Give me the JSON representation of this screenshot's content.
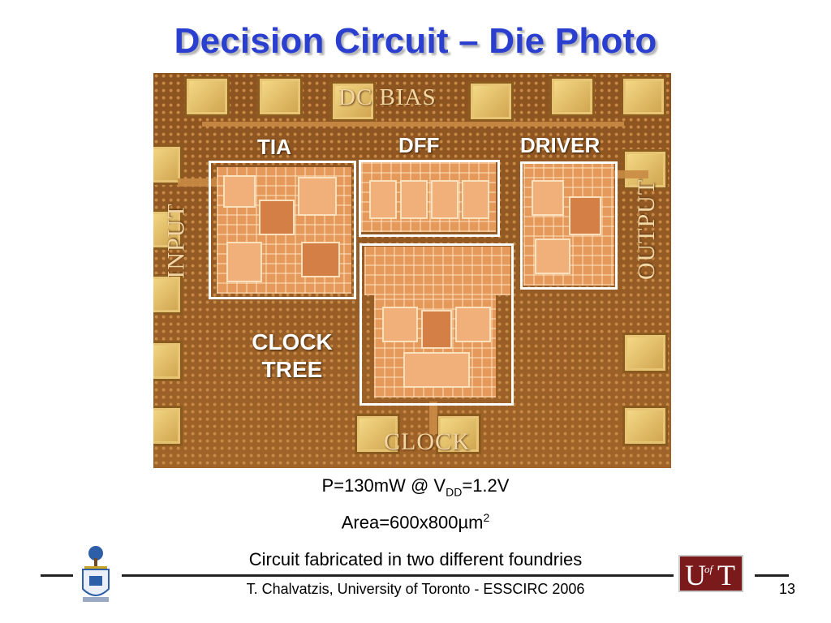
{
  "slide": {
    "title": "Decision Circuit – Die Photo",
    "labels": {
      "dc_bias": "DC BIAS",
      "input": "INPUT",
      "output": "OUTPUT",
      "clock": "CLOCK",
      "tia": "TIA",
      "dff": "DFF",
      "driver": "DRIVER",
      "clock_tree_line1": "CLOCK",
      "clock_tree_line2": "TREE"
    },
    "specs": {
      "power_prefix": "P=130mW @ V",
      "power_sub": "DD",
      "power_suffix": "=1.2V",
      "area_prefix": "Area=600x800µm",
      "area_sup": "2",
      "note": "Circuit fabricated in two different foundries"
    },
    "footer": {
      "citation": "T. Chalvatzis, University of Toronto - ESSCIRC 2006",
      "page_number": "13"
    },
    "logo": {
      "u": "U",
      "of": "of",
      "t": "T"
    },
    "colors": {
      "title": "#2a3fd0",
      "uoft_background": "#7a1a1a"
    }
  }
}
